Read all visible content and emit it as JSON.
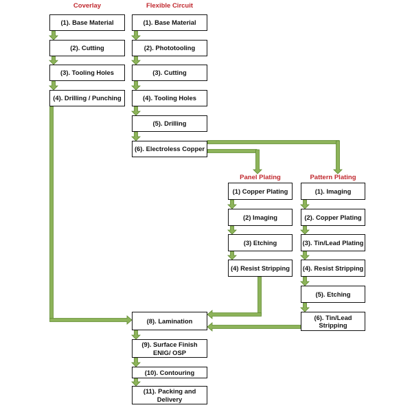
{
  "headers": {
    "coverlay": "Coverlay",
    "flexible_circuit": "Flexible Circuit",
    "panel_plating": "Panel Plating",
    "pattern_plating": "Pattern Plating"
  },
  "coverlay": [
    "(1). Base Material",
    "(2). Cutting",
    "(3). Tooling Holes",
    "(4). Drilling / Punching"
  ],
  "flex": [
    "(1). Base Material",
    "(2). Phototooling",
    "(3). Cutting",
    "(4). Tooling Holes",
    "(5). Drilling",
    "(6). Electroless Copper"
  ],
  "panel": [
    "(1) Copper Plating",
    "(2) Imaging",
    "(3) Etching",
    "(4) Resist Stripping"
  ],
  "pattern": [
    "(1). Imaging",
    "(2). Copper Plating",
    "(3). Tin/Lead Plating",
    "(4). Resist Stripping",
    "(5). Etching",
    "(6). Tin/Lead Stripping"
  ],
  "final": [
    "(8). Lamination",
    "(9). Surface Finish ENIG/ OSP",
    "(10). Contouring",
    "(11). Packing and Delivery"
  ],
  "colors": {
    "header_red": "#c0272d",
    "arrow_fill": "#8db35a",
    "arrow_stroke": "#5f8a30",
    "box_border": "#111111"
  }
}
